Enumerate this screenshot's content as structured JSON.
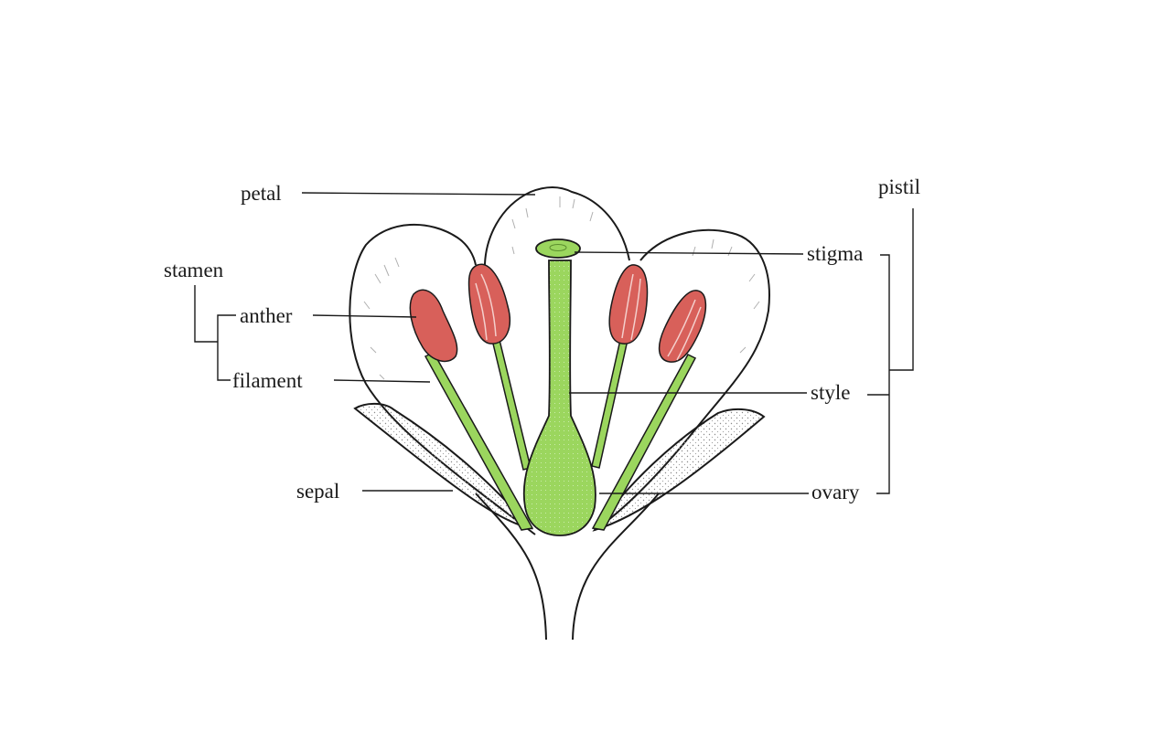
{
  "labels": {
    "petal": "petal",
    "stamen": "stamen",
    "anther": "anther",
    "filament": "filament",
    "sepal": "sepal",
    "pistil": "pistil",
    "stigma": "stigma",
    "style": "style",
    "ovary": "ovary"
  },
  "colors": {
    "anther": "#d8605a",
    "pistil": "#9bd65e",
    "outline": "#1a1a1a",
    "stipple": "#9a9a9a"
  }
}
